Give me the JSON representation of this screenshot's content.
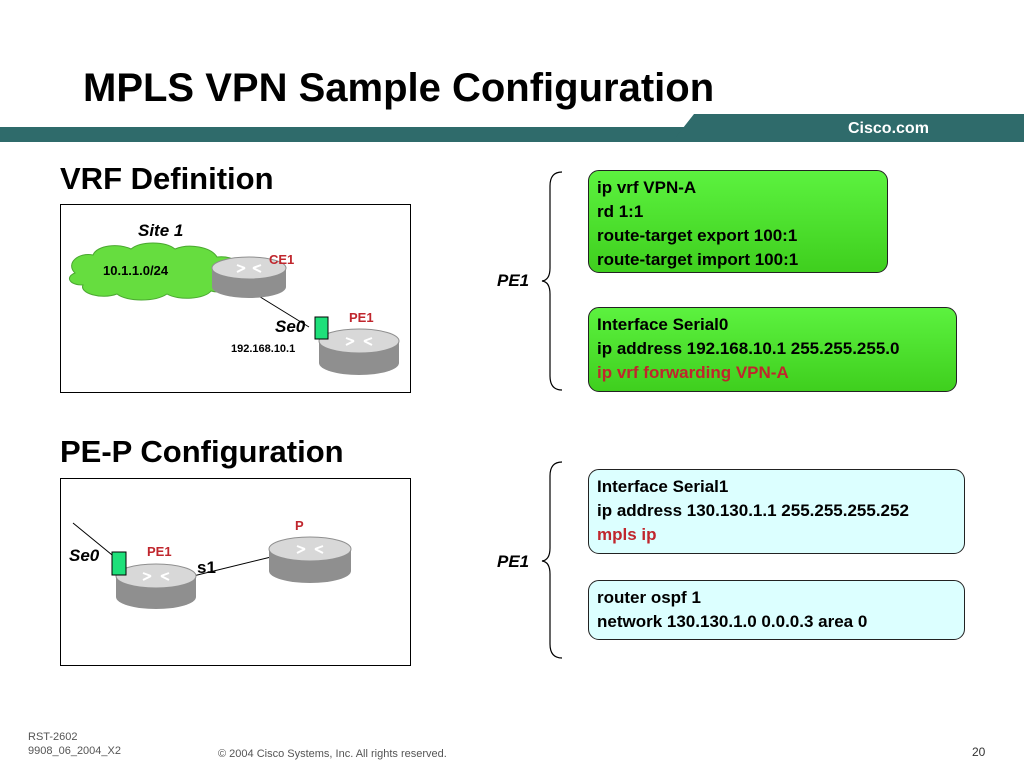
{
  "slide": {
    "title": "MPLS VPN Sample Configuration",
    "brand": "Cisco.com",
    "page_number": "20",
    "footer_code_1": "RST-2602",
    "footer_code_2": "9908_06_2004_X2",
    "copyright": "© 2004 Cisco Systems, Inc. All rights reserved."
  },
  "vrf_section": {
    "heading": "VRF Definition",
    "diagram": {
      "site_label": "Site 1",
      "cloud_prefix": "10.1.1.0/24",
      "ce_label": "CE1",
      "pe_label": "PE1",
      "interface_label": "Se0",
      "interface_ip": "192.168.10.1"
    },
    "brace_label": "PE1",
    "box1": {
      "lines": [
        "ip vrf VPN-A",
        "rd 1:1",
        "route-target export  100:1",
        "route-target import  100:1"
      ]
    },
    "box2": {
      "lines": [
        "Interface Serial0",
        "ip address 192.168.10.1 255.255.255.0"
      ],
      "highlight": "ip vrf forwarding VPN-A"
    }
  },
  "pep_section": {
    "heading": "PE-P Configuration",
    "diagram": {
      "interface_label": "Se0",
      "pe_label": "PE1",
      "link_label": "s1",
      "p_label": "P"
    },
    "brace_label": "PE1",
    "box1": {
      "lines": [
        "Interface Serial1",
        "ip address 130.130.1.1 255.255.255.252"
      ],
      "highlight": "mpls ip"
    },
    "box2": {
      "lines": [
        "router ospf 1",
        "network 130.130.1.0 0.0.0.3 area 0"
      ]
    }
  },
  "colors": {
    "banner": "#2f6b6b",
    "config_green": "#47d926",
    "config_cyan": "#dcffff",
    "highlight_red": "#c0262d",
    "router_gray": "#9a9a9a"
  }
}
